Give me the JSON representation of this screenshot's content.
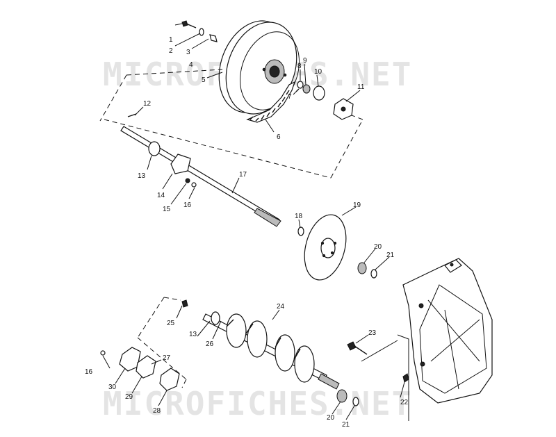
{
  "watermarks": [
    "MICROFICHES.NET",
    "MICROFICHES.NET"
  ],
  "callouts": [
    {
      "id": "c1",
      "text": "1"
    },
    {
      "id": "c2",
      "text": "2"
    },
    {
      "id": "c3",
      "text": "3"
    },
    {
      "id": "c4",
      "text": "4"
    },
    {
      "id": "c5",
      "text": "5"
    },
    {
      "id": "c6",
      "text": "6"
    },
    {
      "id": "c7",
      "text": "7"
    },
    {
      "id": "c8",
      "text": "8"
    },
    {
      "id": "c9",
      "text": "9"
    },
    {
      "id": "c10",
      "text": "10"
    },
    {
      "id": "c11",
      "text": "11"
    },
    {
      "id": "c12",
      "text": "12"
    },
    {
      "id": "c13a",
      "text": "13"
    },
    {
      "id": "c14",
      "text": "14"
    },
    {
      "id": "c15",
      "text": "15"
    },
    {
      "id": "c16a",
      "text": "16"
    },
    {
      "id": "c17",
      "text": "17"
    },
    {
      "id": "c18",
      "text": "18"
    },
    {
      "id": "c19",
      "text": "19"
    },
    {
      "id": "c20a",
      "text": "20"
    },
    {
      "id": "c21a",
      "text": "21"
    },
    {
      "id": "c22",
      "text": "22"
    },
    {
      "id": "c23",
      "text": "23"
    },
    {
      "id": "c24",
      "text": "24"
    },
    {
      "id": "c25",
      "text": "25"
    },
    {
      "id": "c13b",
      "text": "13"
    },
    {
      "id": "c26",
      "text": "26"
    },
    {
      "id": "c27",
      "text": "27"
    },
    {
      "id": "c16b",
      "text": "16"
    },
    {
      "id": "c30",
      "text": "30"
    },
    {
      "id": "c29",
      "text": "29"
    },
    {
      "id": "c28",
      "text": "28"
    },
    {
      "id": "c20b",
      "text": "20"
    },
    {
      "id": "c21b",
      "text": "21"
    }
  ]
}
